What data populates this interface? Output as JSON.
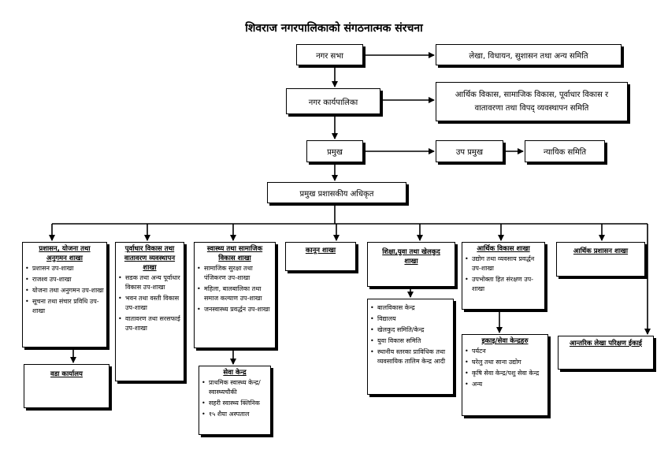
{
  "title": "शिवराज नगरपालिकाको संगठनात्मक संरचना",
  "top": {
    "nagar_sabha": "नगर सभा",
    "samiti1": "लेखा, विधायन, सुशासन तथा अन्य समिति",
    "karyapalika": "नगर कार्यपालिका",
    "samiti2_line1": "आर्थिक विकास, सामाजिक विकास, पूर्वाधार विकास र",
    "samiti2_line2": "वातावरणा तथा विपद् व्यवस्थापन समिति",
    "pramukh": "प्रमुख",
    "upa_pramukh": "उप प्रमुख",
    "nyayik": "न्यायिक समिति",
    "cao": "प्रमुख प्रशासकीय अधिकृत"
  },
  "branches": {
    "prashasan": {
      "title_line1": "प्रशासन, योजना तथा",
      "title_line2": "अनुगमन शाखा",
      "items": [
        "प्रशासन उप-शाखा",
        "राजश्व उप-शाखा",
        "योजना तथा अनुगमन उप-शाखा",
        "सूचना तथा संचार प्रविधि उप-शाखा"
      ]
    },
    "wada": "वडा कार्यालय",
    "purwadhar": {
      "title_line1": "पूर्वाधार विकास तथा",
      "title_line2": "वातावरण व्यवस्थापन",
      "title_line3": "शाखा",
      "items": [
        "सडक तथा अन्य पूर्वाधार विकास उप-शाखा",
        "भवन तथा वस्ती विकास उप-शाखा",
        "वातावरण तथा सरसफाई उप-शाखा"
      ]
    },
    "swasthya": {
      "title_line1": "स्वास्थ्य तथा सामाजिक",
      "title_line2": "विकास शाखा",
      "items": [
        "सामाजिक सुरक्षा तथा पंजिकरण उप-शाखा",
        "महिला, बालबालिका तथा समाज कल्याण उप-शाखा",
        "जनस्वास्थ्य प्रवर्द्धन उप-शाखा"
      ]
    },
    "sewa": {
      "title": "सेवा केन्द्र",
      "items": [
        "प्राथमिक स्वास्थ्य केन्द्र/स्वास्थ्यचौकी",
        "सहरी स्वास्थ्य क्लिनिक",
        "१५ शैया अस्पताल"
      ]
    },
    "kanun": "कानून शाखा",
    "shiksha": {
      "title_line1": "शिक्षा,युवा तथा खेलकुद",
      "title_line2": "शाखा",
      "items": [
        "बालविकास केन्द्र",
        "विद्यालय",
        "खेलकुद समिति/केन्द्र",
        "युवा विकास समिति",
        "स्थानीय स्तरका प्राविधिक तथा व्यवसायिक तालिम केन्द्र आदी"
      ]
    },
    "arthik": {
      "title": "आर्थिक विकास शाखा",
      "items": [
        "उद्योग तथा व्यवसाय प्रवर्द्धन उप-शाखा",
        "उपभोक्ता हित संरक्षण उप-शाखा"
      ]
    },
    "ikai": {
      "title": "इकाइ/सेवा केन्द्रहरु",
      "items": [
        "पर्यटन",
        "घरेलु तथा साना उद्योग",
        "कृषि सेवा केन्द्र/पशु सेवा केन्द्र",
        "अन्य"
      ]
    },
    "arthik_prashasan": "आर्थिक प्रशासन शाखा",
    "lekha_parikshan": "आन्तरिक लेखा परिक्षण ईकाई"
  }
}
